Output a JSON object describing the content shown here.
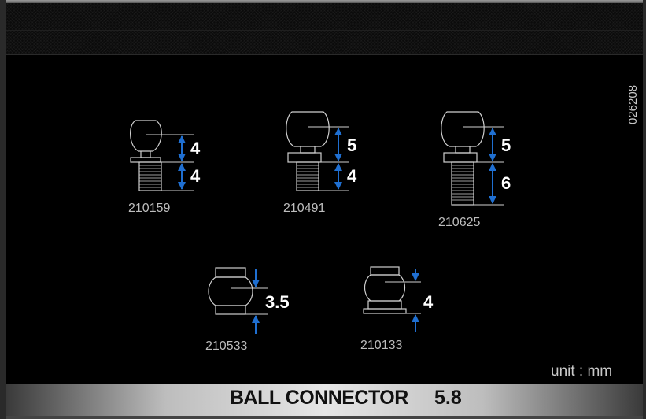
{
  "catalog_code": "026208",
  "unit_label": "unit : mm",
  "footer": {
    "title": "BALL CONNECTOR",
    "version": "5.8"
  },
  "parts": [
    {
      "number": "210159",
      "ball_height": "4",
      "thread_length": "4"
    },
    {
      "number": "210491",
      "ball_height": "5",
      "thread_length": "4"
    },
    {
      "number": "210625",
      "ball_height": "5",
      "thread_length": "6"
    },
    {
      "number": "210533",
      "height": "3.5"
    },
    {
      "number": "210133",
      "height": "4"
    }
  ],
  "colors": {
    "dimension_arrow": "#1f6fd1",
    "outline": "#cfcfcf",
    "background": "#000000"
  }
}
